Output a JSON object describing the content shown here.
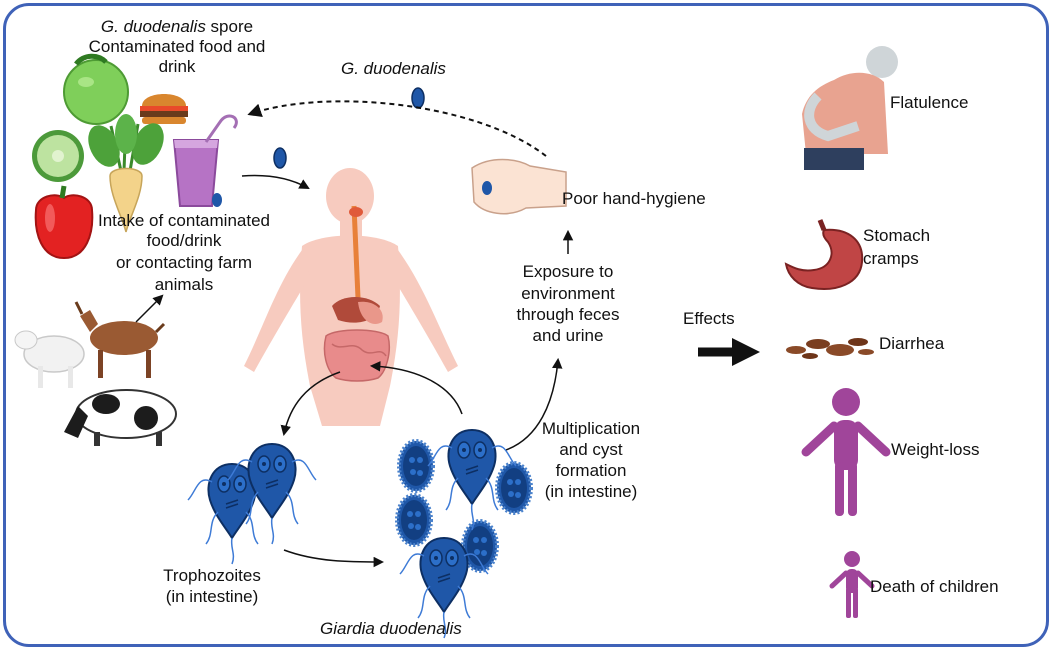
{
  "title": "",
  "labels": {
    "spore_species": "G. duodenalis",
    "spore_suffix": " spore",
    "contaminated_line1": "Contaminated food and",
    "contaminated_line2": "drink",
    "flying_species": "G. duodenalis",
    "intake_line1": "Intake of contaminated",
    "intake_line2": "food/drink",
    "intake_line3": "or contacting farm",
    "intake_line4": "animals",
    "poor_hygiene": "Poor hand-hygiene",
    "exposure_line1": "Exposure to",
    "exposure_line2": "environment",
    "exposure_line3": "through feces",
    "exposure_line4": "and urine",
    "multiplication_line1": "Multiplication",
    "multiplication_line2": "and cyst",
    "multiplication_line3": "formation",
    "multiplication_line4": "(in intestine)",
    "trophozoites_line1": "Trophozoites",
    "trophozoites_line2": "(in intestine)",
    "giardia": "Giardia duodenalis",
    "effects": "Effects"
  },
  "effects": [
    {
      "label": "Flatulence",
      "icon": "flatulence-person-icon"
    },
    {
      "label_line1": "Stomach",
      "label_line2": "cramps",
      "icon": "stomach-icon"
    },
    {
      "label": "Diarrhea",
      "icon": "diarrhea-icon"
    },
    {
      "label": "Weight-loss",
      "icon": "person-icon"
    },
    {
      "label": "Death of children",
      "icon": "child-icon"
    }
  ],
  "colors": {
    "border": "#3f62b8",
    "parasite": "#1f57a8",
    "parasite_dark": "#0d2f63",
    "effect_purple": "#a0459a",
    "skin": "#f7cbbf"
  }
}
